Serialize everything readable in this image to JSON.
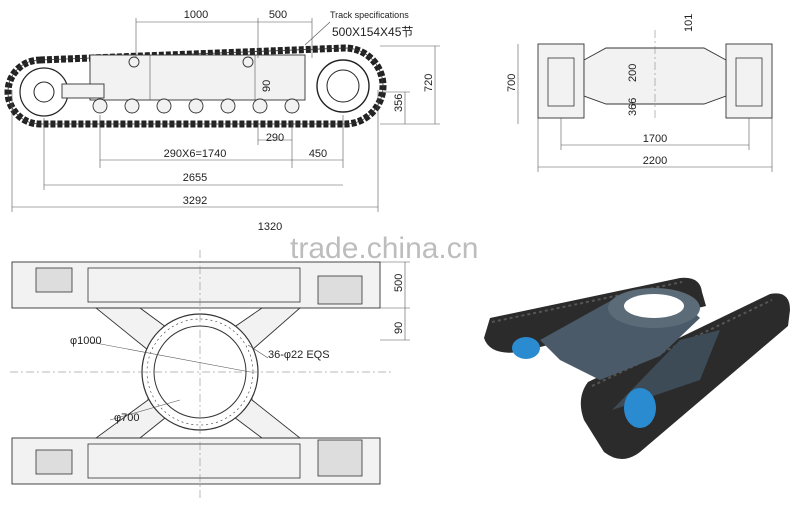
{
  "top_left_view": {
    "spec_title": "Track specifications",
    "spec_value": "500X154X45节",
    "dims": {
      "d1000": "1000",
      "d500": "500",
      "d90": "90",
      "d356": "356",
      "d720": "720",
      "d290": "290",
      "d290x6": "290X6=1740",
      "d450": "450",
      "d2655": "2655",
      "d3292": "3292"
    }
  },
  "top_right_view": {
    "dims": {
      "d101": "101",
      "d200": "200",
      "d366": "366",
      "d700": "700",
      "d1700": "1700",
      "d2200": "2200"
    }
  },
  "bottom_left_view": {
    "dims": {
      "d1320": "1320",
      "d500": "500",
      "d90": "90",
      "phi1000": "φ1000",
      "phi700": "φ700",
      "bolts": "36-φ22 EQS"
    }
  },
  "watermark": "trade.china.cn",
  "colors": {
    "track": "#2b2b2b",
    "frame": "#4a5a68",
    "roller": "#2a8bd0"
  }
}
